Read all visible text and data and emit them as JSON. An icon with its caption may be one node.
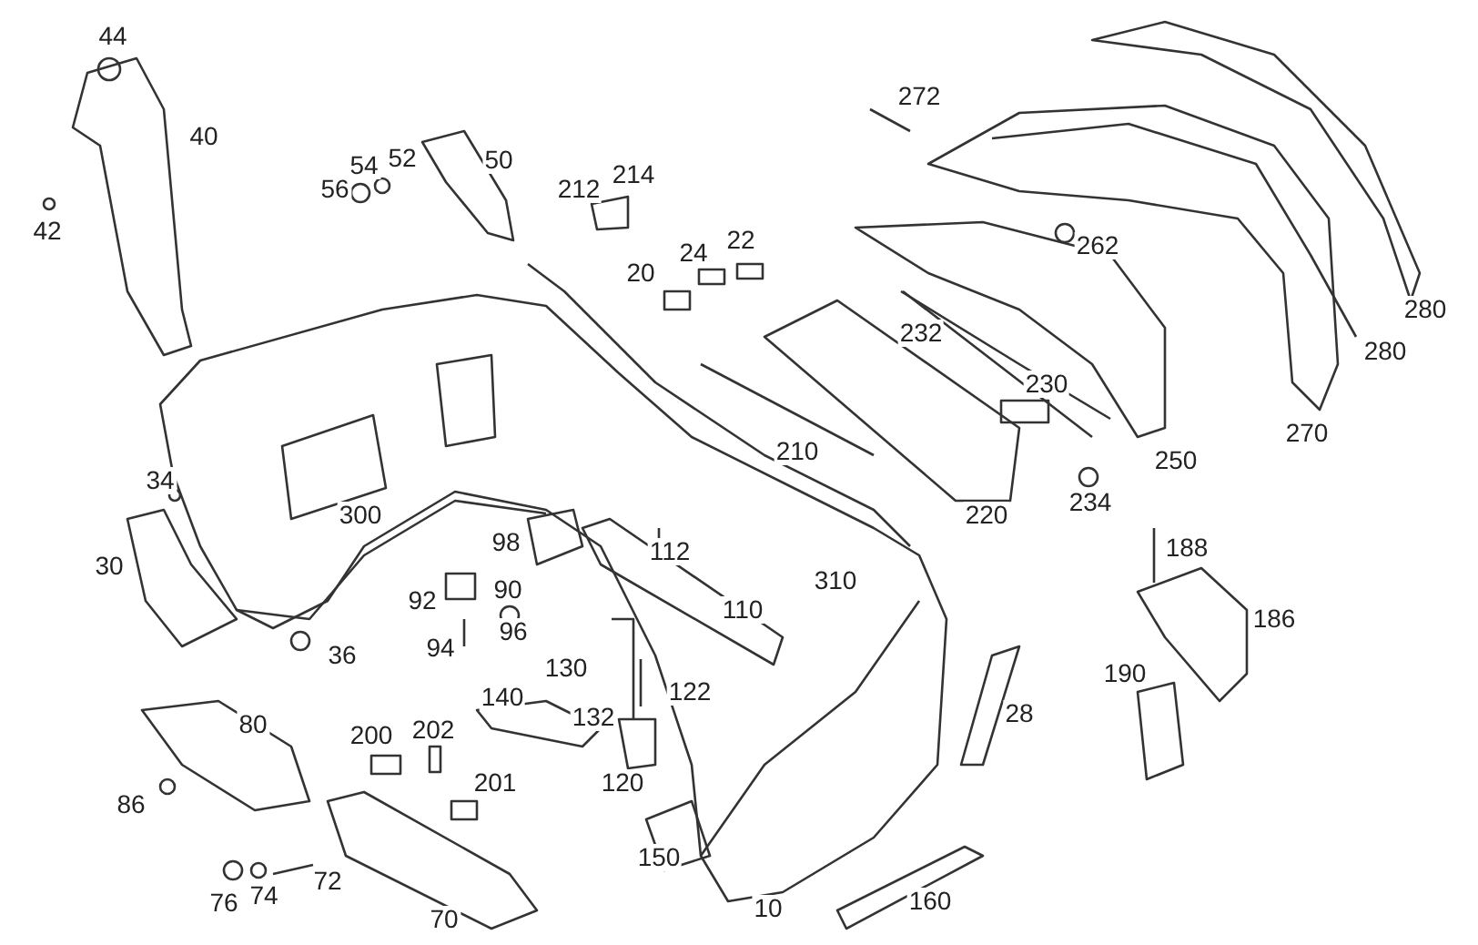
{
  "diagram": {
    "labels": [
      "44",
      "272",
      "40",
      "54",
      "52",
      "50",
      "214",
      "212",
      "42",
      "56",
      "22",
      "24",
      "262",
      "280",
      "20",
      "232",
      "280",
      "230",
      "210",
      "270",
      "250",
      "234",
      "34",
      "300",
      "220",
      "98",
      "112",
      "188",
      "30",
      "310",
      "92",
      "90",
      "110",
      "186",
      "36",
      "94",
      "96",
      "130",
      "190",
      "140",
      "122",
      "80",
      "132",
      "28",
      "200",
      "202",
      "201",
      "120",
      "86",
      "150",
      "72",
      "76",
      "74",
      "70",
      "10",
      "160"
    ]
  }
}
